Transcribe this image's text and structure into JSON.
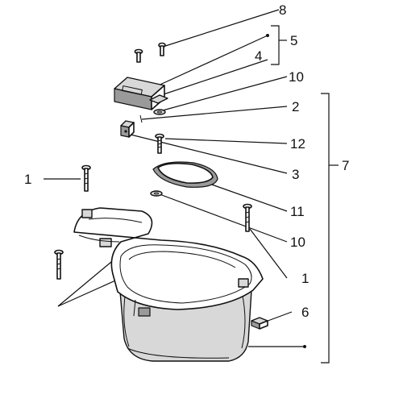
{
  "callouts": [
    {
      "id": "c8",
      "text": "8"
    },
    {
      "id": "c5",
      "text": "5"
    },
    {
      "id": "c4",
      "text": "4"
    },
    {
      "id": "c10a",
      "text": "10"
    },
    {
      "id": "c2",
      "text": "2"
    },
    {
      "id": "c12",
      "text": "12"
    },
    {
      "id": "c3",
      "text": "3"
    },
    {
      "id": "c7",
      "text": "7"
    },
    {
      "id": "c1a",
      "text": "1"
    },
    {
      "id": "c11",
      "text": "11"
    },
    {
      "id": "c10b",
      "text": "10"
    },
    {
      "id": "c1b",
      "text": "1"
    },
    {
      "id": "c6",
      "text": "6"
    }
  ]
}
